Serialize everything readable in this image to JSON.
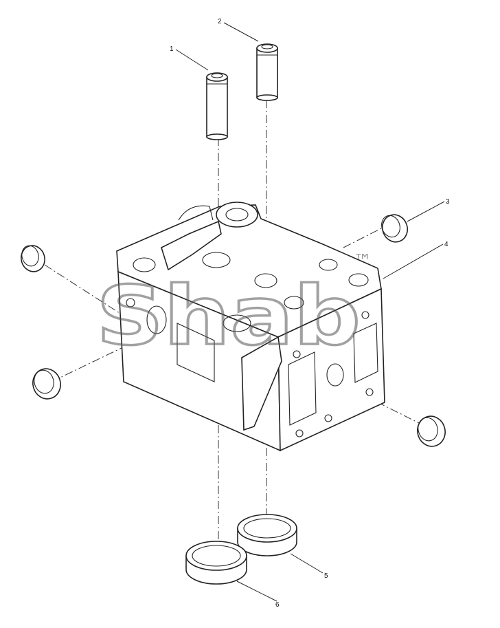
{
  "watermark": {
    "text": "Shab",
    "mark": "™"
  },
  "callouts": [
    {
      "id": "1",
      "label": "1"
    },
    {
      "id": "2",
      "label": "2"
    },
    {
      "id": "3",
      "label": "3"
    },
    {
      "id": "4",
      "label": "4"
    },
    {
      "id": "5",
      "label": "5"
    },
    {
      "id": "6",
      "label": "6"
    }
  ]
}
